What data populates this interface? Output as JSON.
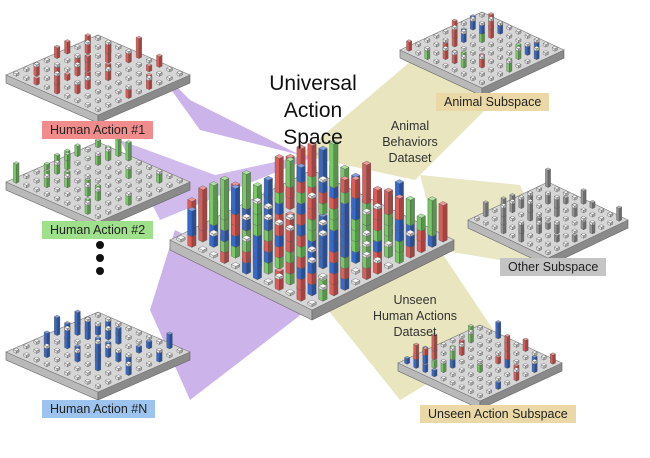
{
  "title": [
    "Universal",
    "Action Space"
  ],
  "source_labels": [
    "Human Action #1",
    "Human Action #2",
    "Human Action #N"
  ],
  "target_labels": [
    "Animal Subspace",
    "Other Subspace",
    "Unseen Action Subspace"
  ],
  "dataset_notes": {
    "animal": [
      "Animal",
      "Behaviors",
      "Dataset"
    ],
    "unseen": [
      "Unseen",
      "Human Actions",
      "Dataset"
    ]
  },
  "colors": {
    "red": "#e8615d",
    "green": "#7ed36b",
    "blue": "#3a6fd4",
    "gray": "#9c9c9c",
    "purple_band": "#a377d9",
    "yellow_band": "#d6d08a",
    "plate_top": "#d6d6d6",
    "plate_side": "#8a8a8a"
  }
}
